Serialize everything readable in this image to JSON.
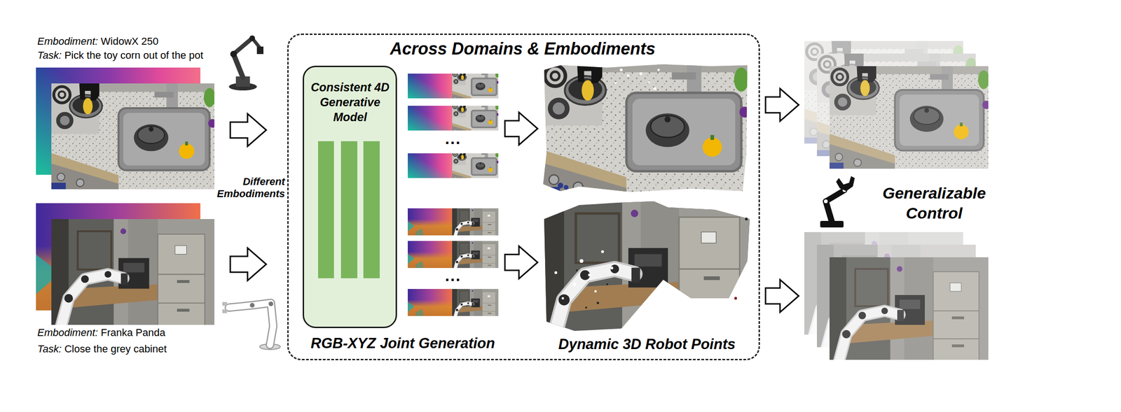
{
  "diagram": {
    "nodes": [
      {
        "text": [
          "Embodiment:",
          "WidowX 250",
          "Task:",
          "Pick the toy corn out of the pot"
        ]
      },
      {
        "text": [
          "Embodiment:",
          "Franka Panda",
          "Task:",
          "Close the grey cabinet"
        ]
      },
      {
        "text": [
          "Across Domains & Embodiments"
        ]
      },
      {
        "text": [
          "Consistent 4D Generative Model"
        ],
        "in": 2
      },
      {
        "text": [
          "...",
          "..."
        ],
        "in": 2
      },
      {
        "text": [
          "Dynamic 3D Robot Points"
        ],
        "in": 2
      },
      {
        "text": [
          "Generalizable Control"
        ]
      }
    ],
    "edges": [
      {
        "from": 0,
        "to": 2,
        "arrow": "to"
      },
      {
        "from": 1,
        "to": 2,
        "arrow": "to"
      },
      {
        "from": 4,
        "to": 5,
        "arrow": "to"
      },
      {
        "from": 4,
        "to": 5,
        "arrow": "to"
      },
      {
        "from": 5,
        "to": 6,
        "arrow": "to"
      },
      {
        "from": 5,
        "to": 6,
        "arrow": "to"
      }
    ],
    "labels": [
      "Different Embodiments",
      "RGB-XYZ Joint Generation"
    ]
  }
}
